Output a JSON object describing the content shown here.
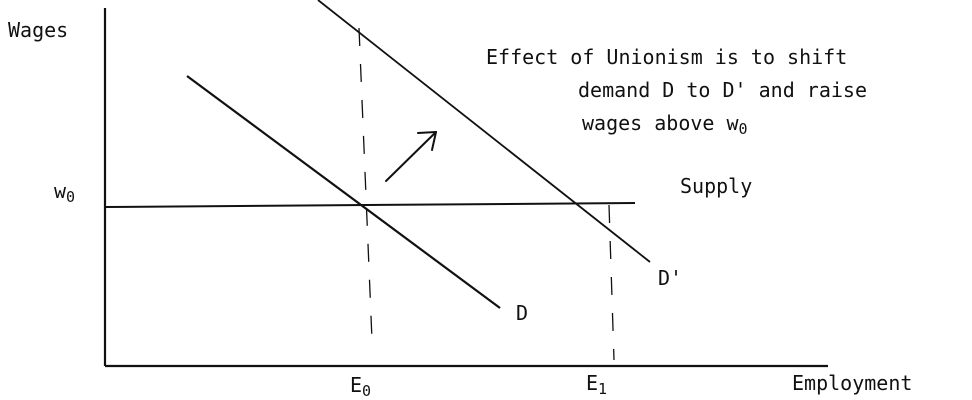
{
  "axes": {
    "y_label": "Wages",
    "x_label": "Employment"
  },
  "wage_level": {
    "letter": "w",
    "sub": "0"
  },
  "employment_levels": [
    {
      "letter": "E",
      "sub": "0"
    },
    {
      "letter": "E",
      "sub": "1"
    }
  ],
  "curves": {
    "supply": "Supply",
    "demand": "D",
    "shifted_demand": "D'"
  },
  "annotation": {
    "line1": "Effect of Unionism is to shift",
    "line2": "demand D to D' and raise",
    "line3_prefix": "wages above ",
    "line3_letter": "w",
    "line3_sub": "0"
  },
  "colors": {
    "ink": "#111111",
    "background": "#ffffff"
  }
}
